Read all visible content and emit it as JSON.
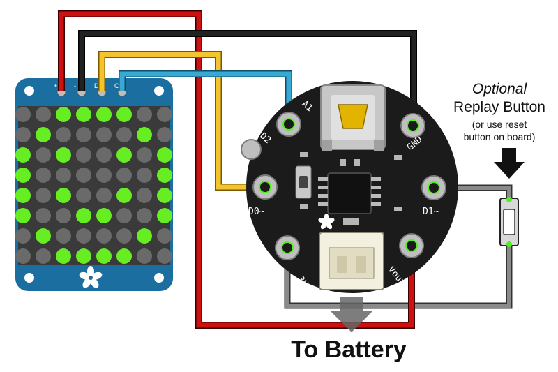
{
  "labels": {
    "optional": "Optional",
    "replay_button": "Replay Button",
    "note_line1": "(or use reset",
    "note_line2": "button on board)",
    "to_battery": "To Battery"
  },
  "board_pads": {
    "a1": "A1",
    "d2": "D2",
    "gnd": "GND",
    "d0": "D0~",
    "d1": "D1~",
    "three_v": "3Vo",
    "vout": "Vout"
  },
  "matrix_header": [
    "+",
    "-",
    "D",
    "C"
  ],
  "matrix": {
    "rows": 8,
    "cols": 8,
    "lit_pixels": [
      [
        0,
        2
      ],
      [
        0,
        3
      ],
      [
        0,
        4
      ],
      [
        0,
        5
      ],
      [
        1,
        1
      ],
      [
        1,
        6
      ],
      [
        2,
        0
      ],
      [
        2,
        2
      ],
      [
        2,
        5
      ],
      [
        2,
        7
      ],
      [
        3,
        0
      ],
      [
        3,
        7
      ],
      [
        4,
        0
      ],
      [
        4,
        2
      ],
      [
        4,
        5
      ],
      [
        4,
        7
      ],
      [
        5,
        0
      ],
      [
        5,
        3
      ],
      [
        5,
        4
      ],
      [
        5,
        7
      ],
      [
        6,
        1
      ],
      [
        6,
        6
      ],
      [
        7,
        2
      ],
      [
        7,
        3
      ],
      [
        7,
        4
      ],
      [
        7,
        5
      ]
    ]
  },
  "wire_colors": {
    "power": "#cc1111",
    "ground": "#111111",
    "data": "#f4c430",
    "clock": "#39a9d4",
    "gray": "#8a8a8a"
  },
  "colors": {
    "matrix_board": "#1a6fa0",
    "pixel_on": "#66ee22",
    "pixel_off": "#6a6a6a",
    "gemma_board": "#1b1b1b"
  }
}
